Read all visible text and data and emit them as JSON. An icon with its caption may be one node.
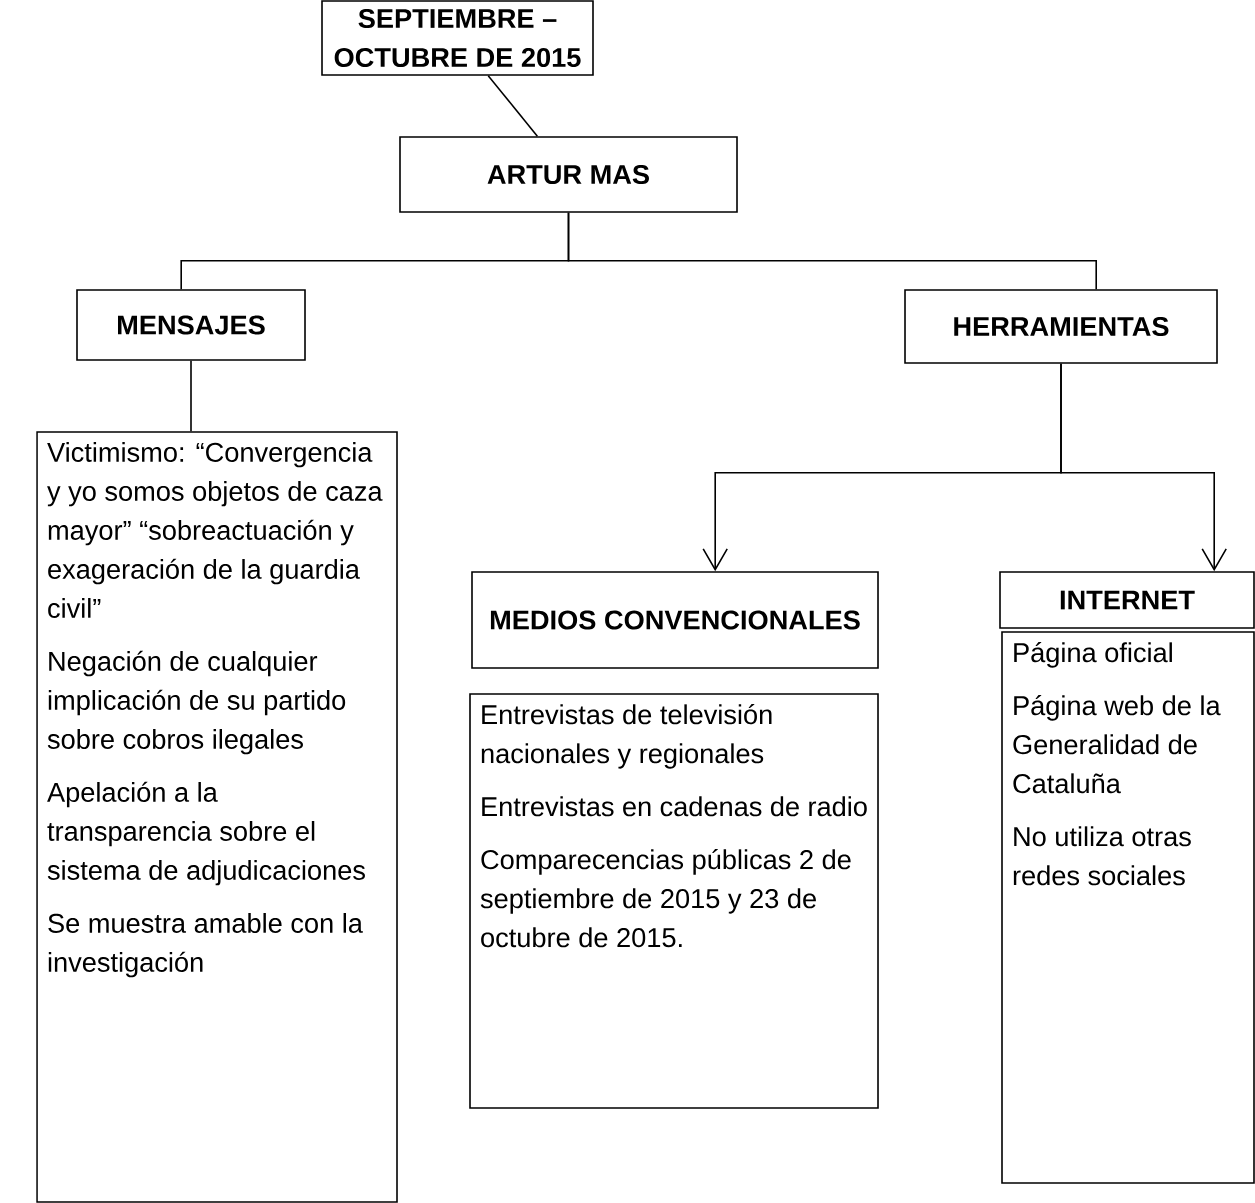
{
  "diagram": {
    "nodes": [
      {
        "text": [
          "SEPTIEMBRE – OCTUBRE DE 2015"
        ]
      },
      {
        "text": [
          "ARTUR MAS"
        ]
      },
      {
        "text": [
          "MENSAJES"
        ]
      },
      {
        "text": [
          "HERRAMIENTAS"
        ]
      },
      {
        "text": [
          "Victimismo: “Convergencia y yo somos objetos de caza mayor” “sobreactuación y exageración de la guardia civil”",
          "Negación de cualquier implicación de su partido sobre cobros ilegales",
          "Apelación a la transparencia sobre el sistema de adjudicaciones",
          "Se muestra amable con la investigación"
        ]
      },
      {
        "text": [
          "MEDIOS CONVENCIONALES"
        ]
      },
      {
        "text": [
          "Entrevistas de televisión nacionales y regionales",
          "Entrevistas en cadenas de radio",
          "Comparecencias públicas 2 de septiembre de 2015 y 23 de octubre de 2015."
        ]
      },
      {
        "text": [
          "INTERNET"
        ]
      },
      {
        "text": [
          "Página oficial",
          "Página web de la Generalidad de Cataluña",
          "No utiliza otras redes sociales"
        ]
      }
    ],
    "edges": [
      {
        "from": 0,
        "to": 1,
        "arrow": "none"
      },
      {
        "from": 1,
        "to": 2,
        "arrow": "none"
      },
      {
        "from": 1,
        "to": 3,
        "arrow": "none"
      },
      {
        "from": 2,
        "to": 4,
        "arrow": "none"
      },
      {
        "from": 3,
        "to": 5,
        "arrow": "to"
      },
      {
        "from": 3,
        "to": 7,
        "arrow": "to"
      }
    ]
  }
}
